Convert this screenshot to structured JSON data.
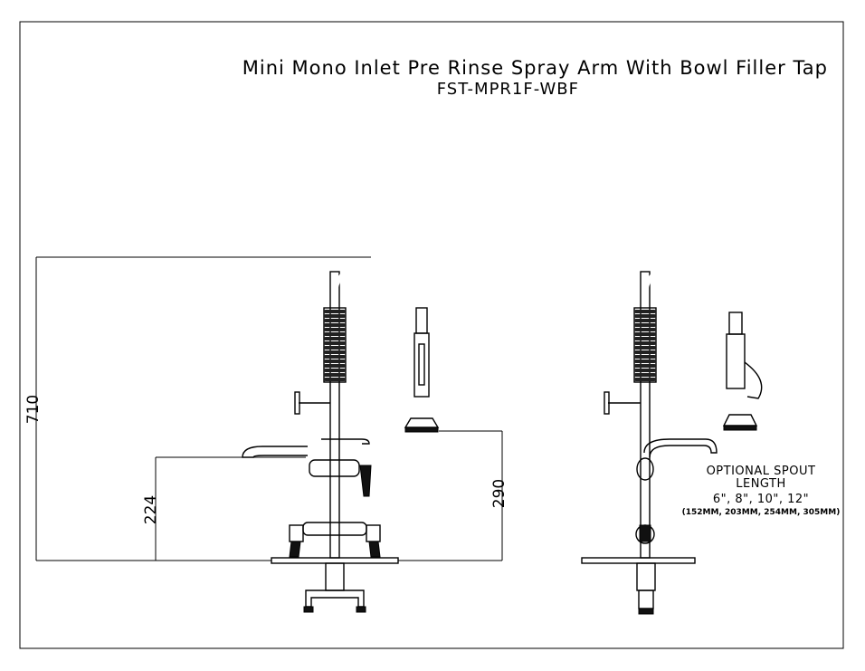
{
  "drawing": {
    "title": "Mini Mono Inlet Pre Rinse Spray Arm With Bowl Filler Tap",
    "model": "FST-MPR1F-WBF"
  },
  "dimensions": {
    "overall_height": "710",
    "spout_height": "224",
    "spray_height": "290"
  },
  "note": {
    "line1": "OPTIONAL SPOUT",
    "line2": "LENGTH",
    "line3": "6\", 8\", 10\", 12\"",
    "line4": "(152MM, 203MM, 254MM, 305MM)"
  }
}
